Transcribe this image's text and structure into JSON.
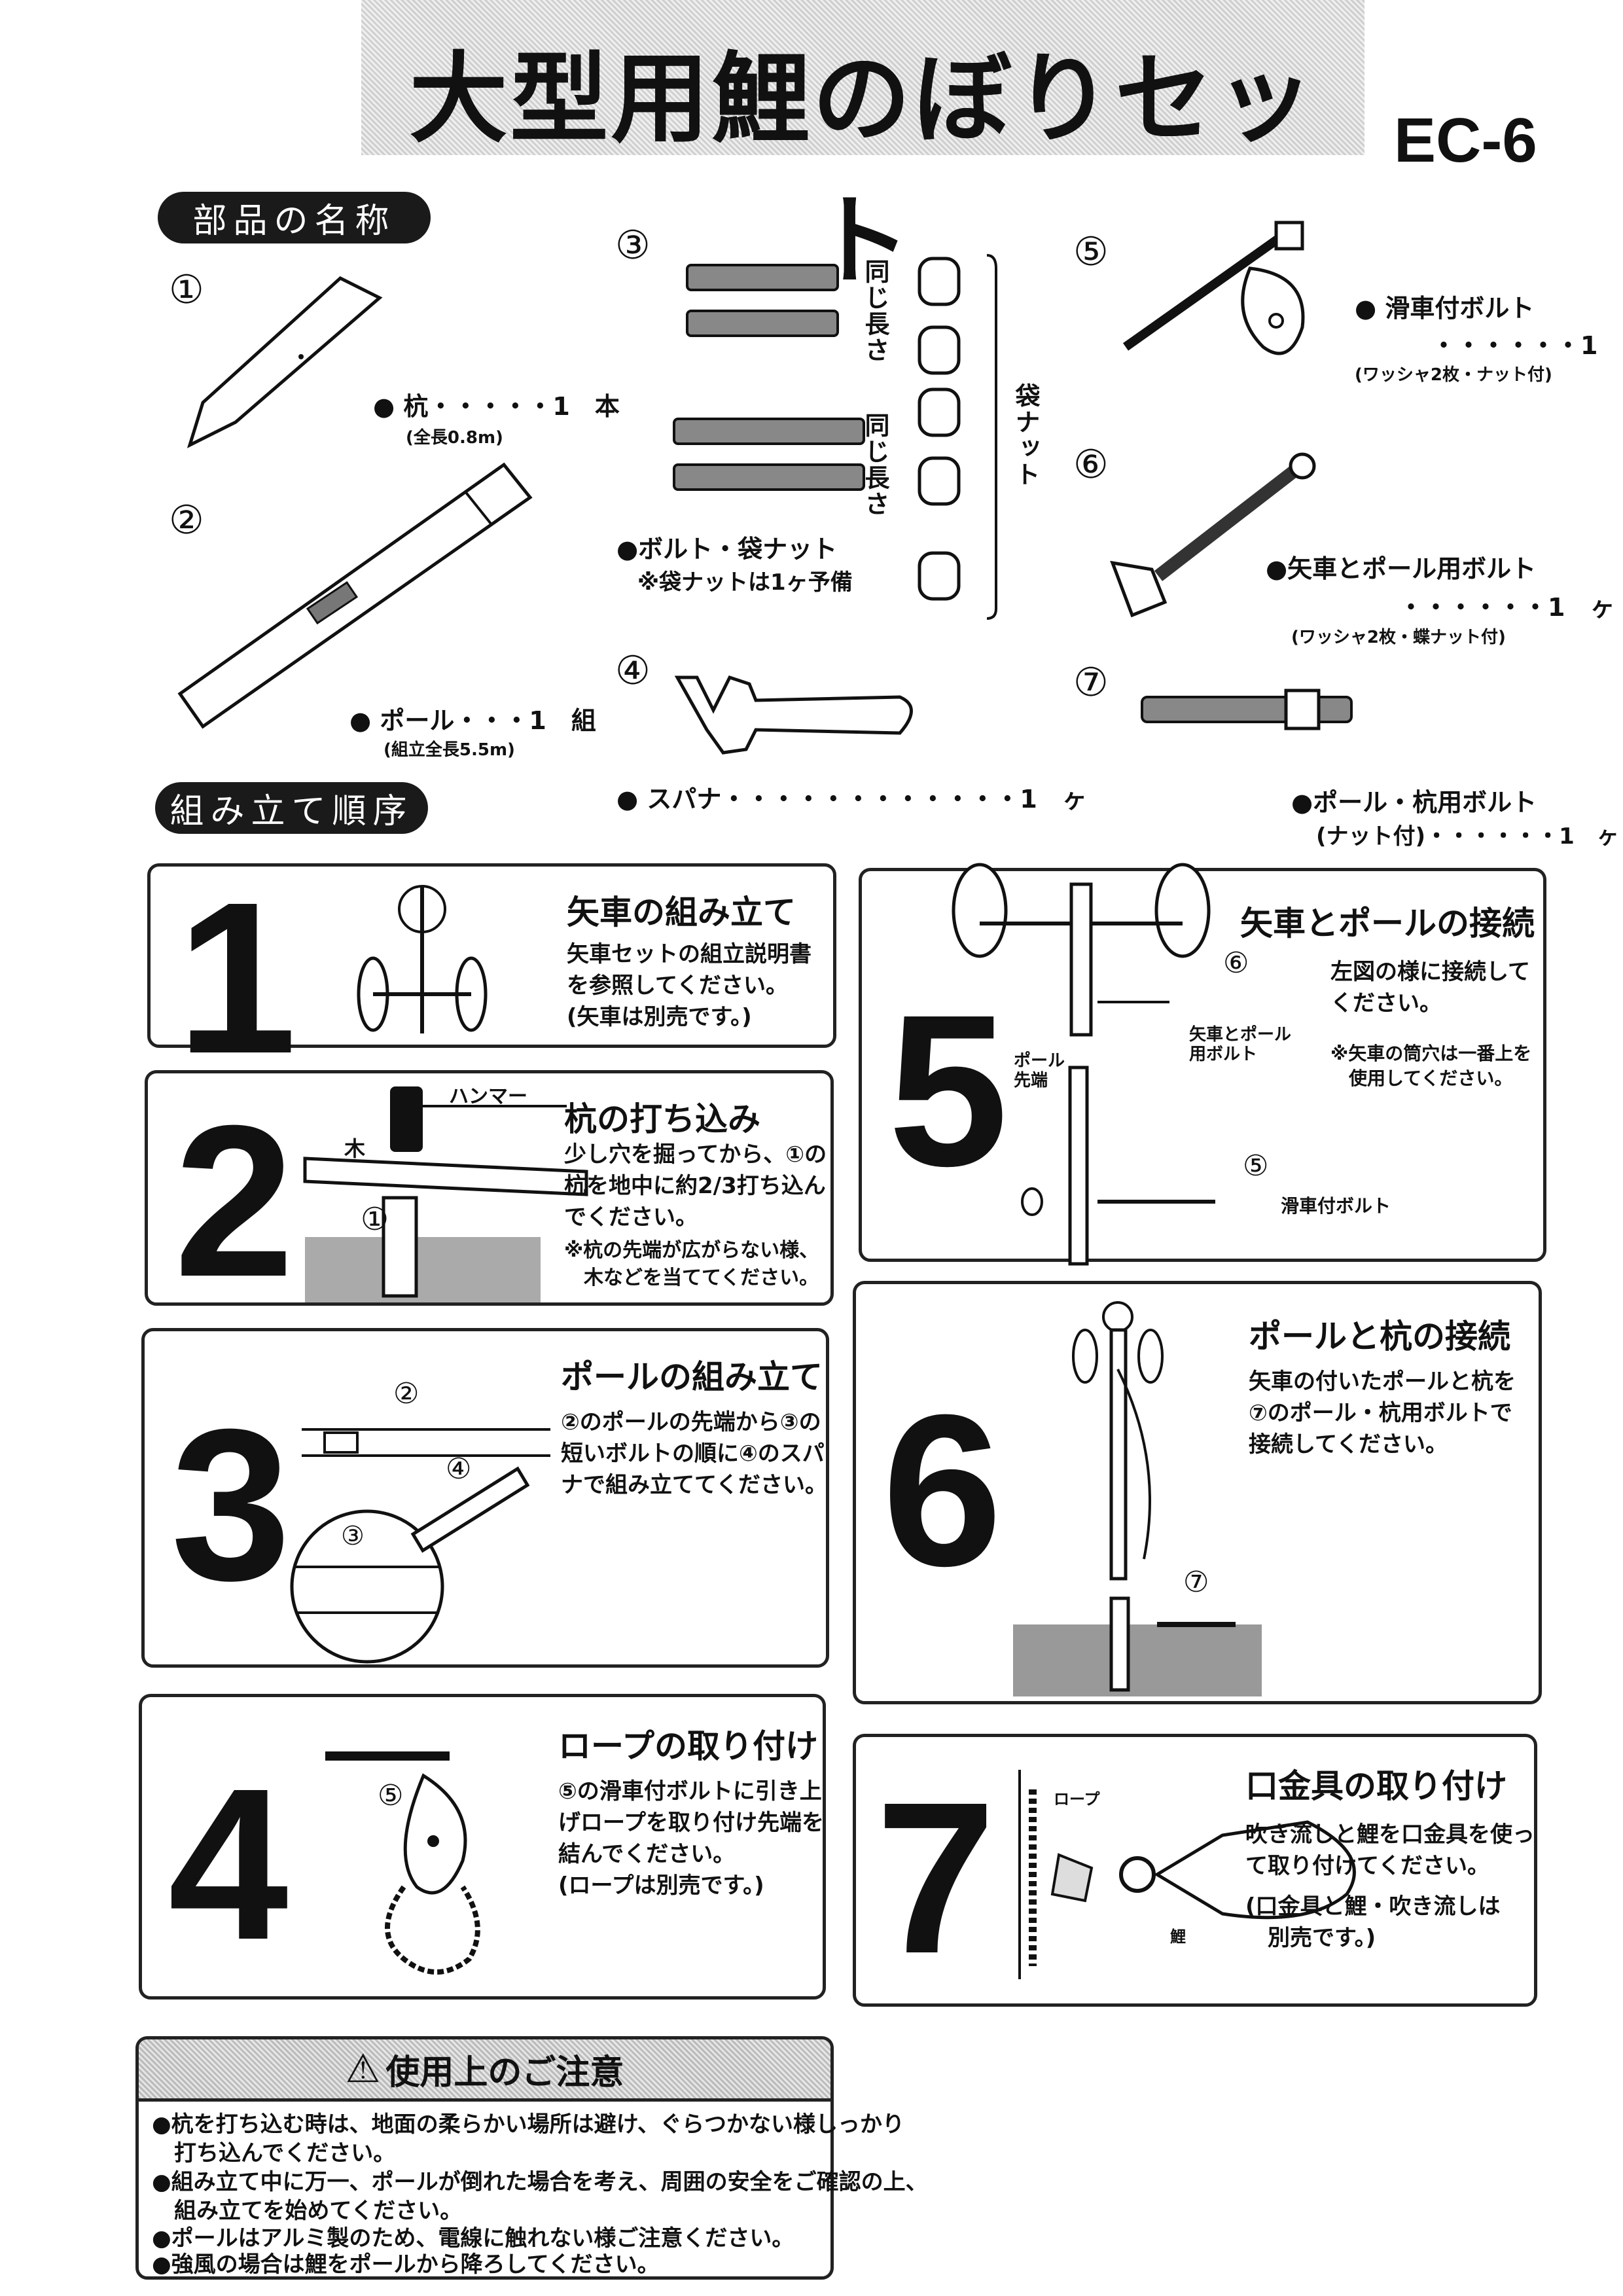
{
  "header": {
    "title": "大型用鯉のぼりセット",
    "model": "EC-6"
  },
  "parts": {
    "section_label": "部品の名称",
    "p1": {
      "no": "①",
      "label": "● 杭・・・・・1　本",
      "note": "(全長0.8m)"
    },
    "p2": {
      "no": "②",
      "label": "● ポール・・・1　組",
      "note": "(組立全長5.5m)"
    },
    "p3": {
      "no": "③",
      "same_length_1": "同じ長さ",
      "same_length_2": "同じ長さ",
      "cap_nut": "袋ナット",
      "label": "●ボルト・袋ナット",
      "note": "※袋ナットは1ヶ予備"
    },
    "p4": {
      "no": "④",
      "label": "● スパナ・・・・・・・・・・・・1　ヶ"
    },
    "p5": {
      "no": "⑤",
      "label": "● 滑車付ボルト",
      "qty": "・・・・・・1　ヶ",
      "note": "(ワッシャ2枚・ナット付)"
    },
    "p6": {
      "no": "⑥",
      "label": "●矢車とポール用ボルト",
      "qty": "・・・・・・1　ヶ",
      "note": "(ワッシャ2枚・蝶ナット付)"
    },
    "p7": {
      "no": "⑦",
      "label": "●ポール・杭用ボルト",
      "qty": "(ナット付)・・・・・・1　ヶ"
    }
  },
  "assembly": {
    "section_label": "組み立て順序",
    "steps": [
      {
        "num": "1",
        "title": "矢車の組み立て",
        "body": "矢車セットの組立説明書\nを参照してください。\n(矢車は別売です。)"
      },
      {
        "num": "2",
        "title": "杭の打ち込み",
        "body": "少し穴を掘ってから、①の\n杭を地中に約2/3打ち込ん\nでください。",
        "note": "※杭の先端が広がらない様、\n　木などを当ててください。",
        "hammer": "ハンマー",
        "wood": "木",
        "marker": "①"
      },
      {
        "num": "3",
        "title": "ポールの組み立て",
        "body": "②のポールの先端から③の\n短いボルトの順に④のスパ\nナで組み立ててください。",
        "m2": "②",
        "m4": "④",
        "m3": "③"
      },
      {
        "num": "4",
        "title": "ロープの取り付け",
        "body": "⑤の滑車付ボルトに引き上\nげロープを取り付け先端を\n結んでください。\n(ロープは別売です。)",
        "m5": "⑤"
      },
      {
        "num": "5",
        "title": "矢車とポールの接続",
        "body": "左図の様に接続して\nください。",
        "note": "※矢車の筒穴は一番上を\n　使用してください。",
        "m6": "⑥",
        "bolt_label": "矢車とポール\n用ボルト",
        "pole_tip": "ポール\n先端",
        "m5": "⑤",
        "pulley_label": "滑車付ボルト"
      },
      {
        "num": "6",
        "title": "ポールと杭の接続",
        "body": "矢車の付いたポールと杭を\n⑦のポール・杭用ボルトで\n接続してください。",
        "m7": "⑦"
      },
      {
        "num": "7",
        "title": "口金具の取り付け",
        "body": "吹き流しと鯉を口金具を使っ\nて取り付けてください。",
        "note": "(口金具と鯉・吹き流しは\n　別売です。)",
        "rope": "ロープ",
        "carp": "鯉"
      }
    ]
  },
  "caution": {
    "title": "使用上のご注意",
    "items": [
      "●杭を打ち込む時は、地面の柔らかい場所は避け、ぐらつかない様しっかり\n　打ち込んでください。",
      "●組み立て中に万一、ポールが倒れた場合を考え、周囲の安全をご確認の上、\n　組み立てを始めてください。",
      "●ポールはアルミ製のため、電線に触れない様ご注意ください。",
      "●強風の場合は鯉をポールから降ろしてください。"
    ]
  }
}
